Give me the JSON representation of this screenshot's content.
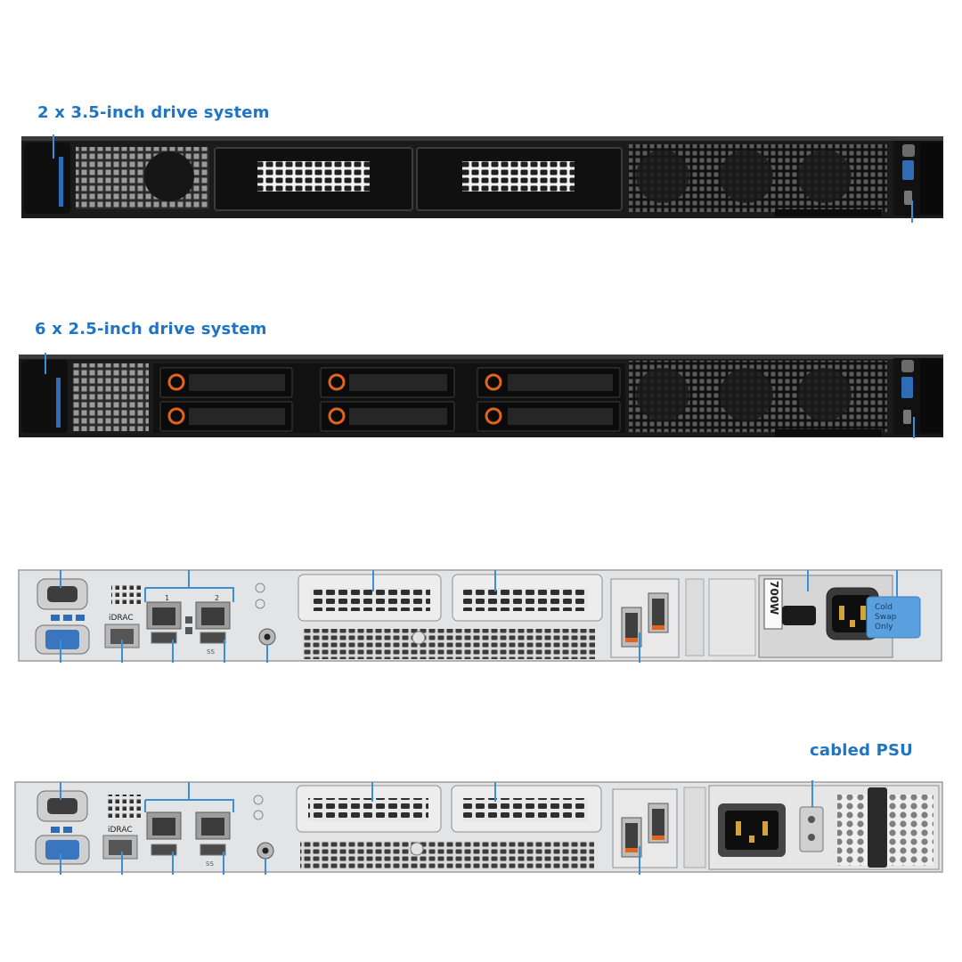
{
  "captions": {
    "drive35": "2 x 3.5-inch drive system",
    "drive25": "6 x 2.5-inch drive system",
    "cabled_psu": "cabled PSU"
  },
  "rear_labels": {
    "idrac": "iDRAC",
    "port1": "1",
    "port2": "2",
    "usb_ss": "SS",
    "psu_rating": "700W",
    "cold_swap": [
      "Cold",
      "Swap",
      "Only"
    ]
  },
  "colors": {
    "caption": "#1f74c4",
    "callout": "#3a8fd8",
    "chassis_dark": "#1b1b1b",
    "chassis_light": "#e6e7e8",
    "drive_latch": "#e0641e",
    "cold_swap_tab": "#5aa0df"
  }
}
